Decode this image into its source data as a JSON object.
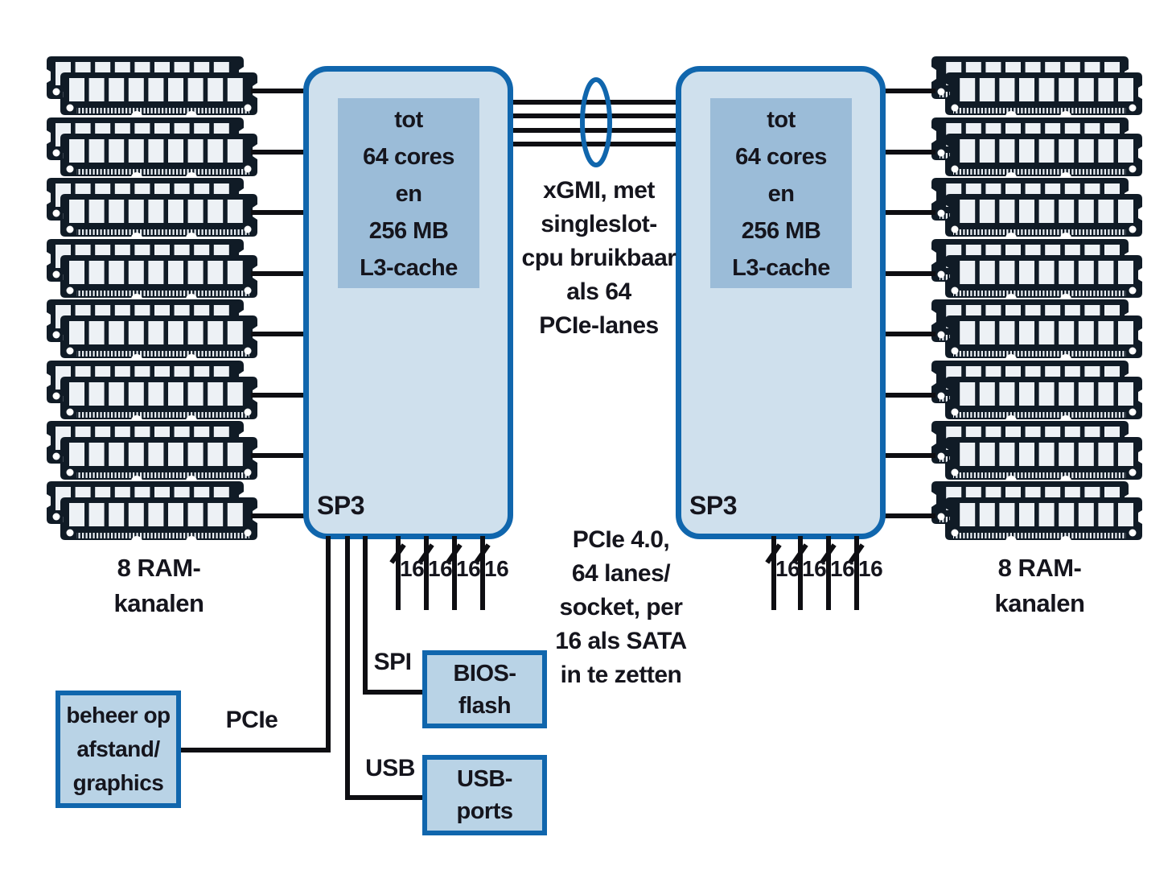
{
  "sockets": {
    "left": {
      "label": "SP3",
      "spec_lines": [
        "tot",
        "64 cores",
        "en",
        "256 MB",
        "L3-cache"
      ]
    },
    "right": {
      "label": "SP3",
      "spec_lines": [
        "tot",
        "64 cores",
        "en",
        "256 MB",
        "L3-cache"
      ]
    }
  },
  "interconnect_note_lines": [
    "xGMI, met",
    "singleslot-",
    "cpu bruikbaar",
    "als 64",
    "PCIe-lanes"
  ],
  "pcie_note_lines": [
    "PCIe 4.0,",
    "64 lanes/",
    "socket, per",
    "16 als SATA",
    "in te zetten"
  ],
  "ram": {
    "left_label_lines": [
      "8 RAM-",
      "kanalen"
    ],
    "right_label_lines": [
      "8 RAM-",
      "kanalen"
    ]
  },
  "lanes": {
    "left": [
      "16",
      "16",
      "16",
      "16"
    ],
    "right": [
      "16",
      "16",
      "16",
      "16"
    ]
  },
  "buses": {
    "pcie": "PCIe",
    "spi": "SPI",
    "usb": "USB"
  },
  "boxes": {
    "remote_lines": [
      "beheer op",
      "afstand/",
      "graphics"
    ],
    "bios_lines": [
      "BIOS-",
      "flash"
    ],
    "usb_lines": [
      "USB-",
      "ports"
    ]
  },
  "colors": {
    "cpu_fill": "#cfe0ed",
    "cpu_border": "#1066ad",
    "inner_fill": "#9bbcd8",
    "small_box_fill": "#b9d3e6",
    "line": "#0e0e12",
    "dimm_body": "#101b26",
    "dimm_chip": "#edf1f5"
  }
}
